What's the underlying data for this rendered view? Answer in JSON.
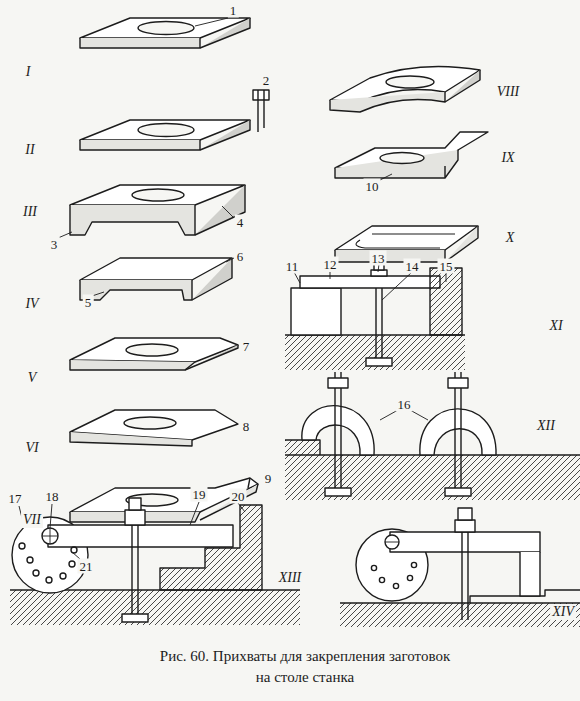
{
  "diagram": {
    "caption": "Рис. 60. Прихваты для закрепления заготовок на столе станка",
    "labels": [
      "1",
      "I",
      "2",
      "VIII",
      "II",
      "IX",
      "10",
      "III",
      "3",
      "4",
      "X",
      "IV",
      "5",
      "6",
      "11",
      "12",
      "13",
      "14",
      "15",
      "XI",
      "V",
      "7",
      "VI",
      "8",
      "16",
      "XII",
      "VII",
      "9",
      "17",
      "18",
      "19",
      "20",
      "21",
      "XIII",
      "XIV"
    ]
  }
}
